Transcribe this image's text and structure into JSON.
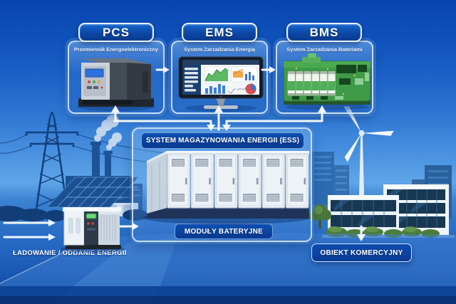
{
  "app": {
    "type": "energy-storage-infographic",
    "language": "pl"
  },
  "nodes": {
    "pcs": {
      "title": "PCS",
      "subtitle": "Przemiennik Energoelektroniczny"
    },
    "ems": {
      "title": "EMS",
      "subtitle": "System Zarzadzania Energią"
    },
    "bms": {
      "title": "BMS",
      "subtitle": "System Zarzadzania Bateriami"
    },
    "ess": {
      "title": "SYSTEM MAGAZYNOWANIA ENERGII (ESS)",
      "modules_label": "MODUŁY BATERYJNE"
    },
    "charge_label": "ŁADOWANIE / ODDANIE ENERGII",
    "commercial_label": "OBIEKT KOMERCYJNY"
  },
  "icons": [
    "pcs-device-icon",
    "ems-monitor-icon",
    "bms-board-icon",
    "battery-container-icon",
    "charger-device-icon",
    "transmission-tower-icon",
    "factory-icon",
    "solar-warehouse-icon",
    "wind-turbine-icon",
    "office-building-icon",
    "city-background-icon",
    "road-icon",
    "arrow-icons"
  ],
  "colors": {
    "background_top": "#0845ae",
    "background_horizon": "#5fa5e8",
    "background_bottom": "#0a3a8e",
    "panel_blue": "#3c85dc",
    "label_navy": "#0a3e97",
    "border_light": "#e7f1fc",
    "arrow_white": "#f7fbff",
    "pcb_green": "#3f9a47",
    "text_white": "#ffffff"
  }
}
